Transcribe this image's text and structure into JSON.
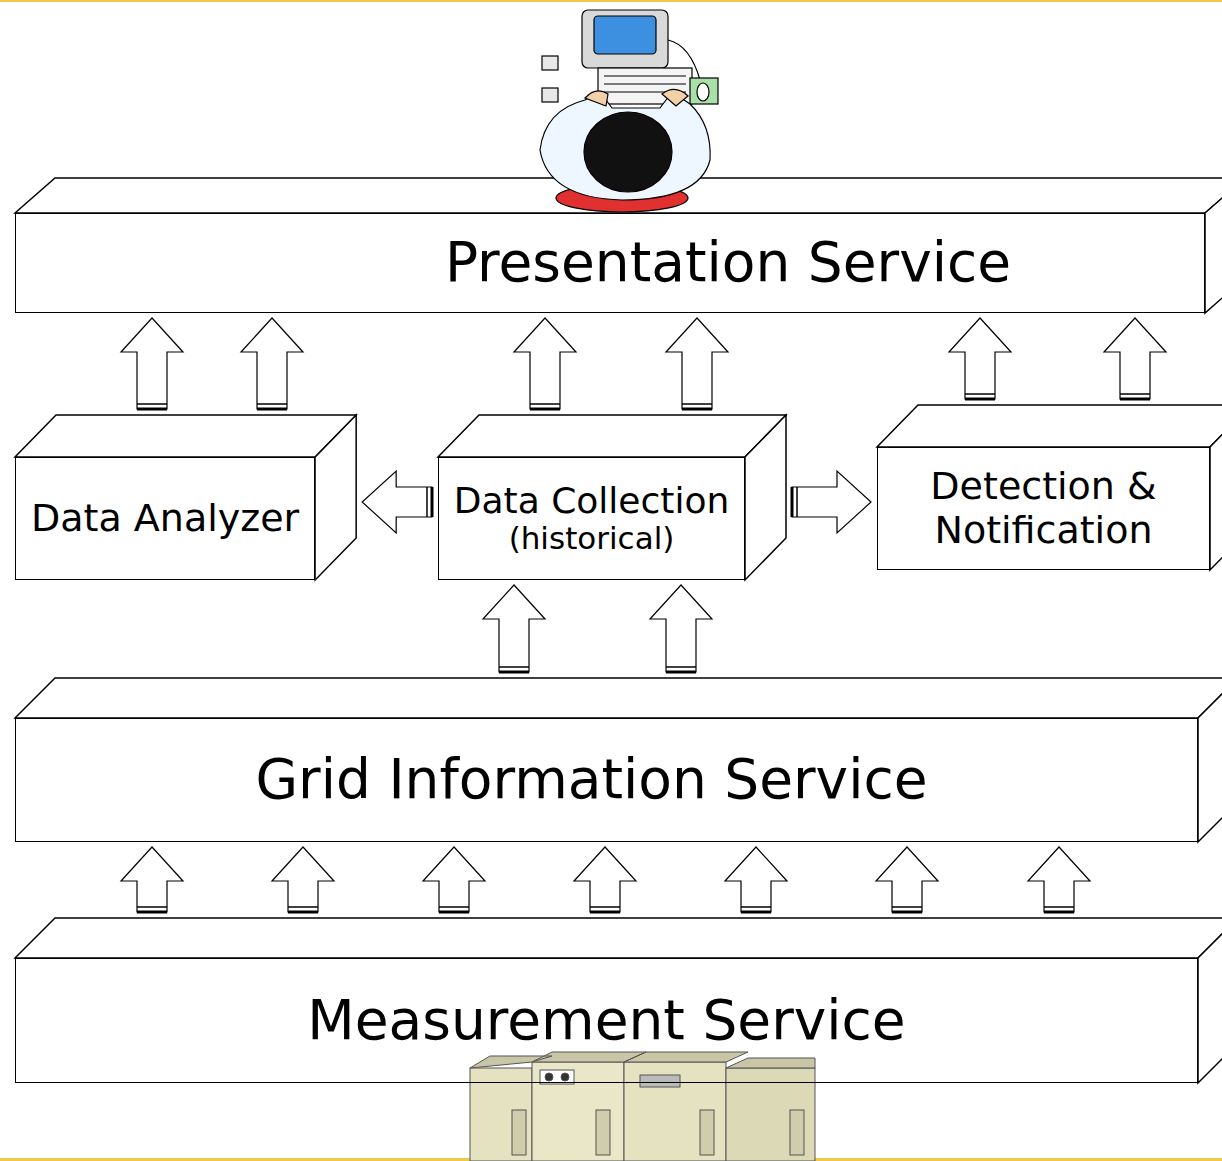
{
  "diagram": {
    "nodes": [
      {
        "text": [
          "Presentation Service"
        ]
      },
      {
        "text": [
          "Data Analyzer"
        ]
      },
      {
        "text": [
          "Data Collection",
          "(historical)"
        ]
      },
      {
        "text": [
          "Detection & Notification"
        ]
      },
      {
        "text": [
          "Grid Information Service"
        ]
      },
      {
        "text": [
          "Measurement Service"
        ]
      }
    ],
    "edges": [
      {
        "from": 5,
        "to": 4,
        "arrow": "to"
      },
      {
        "from": 5,
        "to": 4,
        "arrow": "to"
      },
      {
        "from": 5,
        "to": 4,
        "arrow": "to"
      },
      {
        "from": 5,
        "to": 4,
        "arrow": "to"
      },
      {
        "from": 5,
        "to": 4,
        "arrow": "to"
      },
      {
        "from": 5,
        "to": 4,
        "arrow": "to"
      },
      {
        "from": 5,
        "to": 4,
        "arrow": "to"
      },
      {
        "from": 4,
        "to": 2,
        "arrow": "to"
      },
      {
        "from": 4,
        "to": 2,
        "arrow": "to"
      },
      {
        "from": 2,
        "to": 1,
        "arrow": "to"
      },
      {
        "from": 2,
        "to": 3,
        "arrow": "to"
      },
      {
        "from": 1,
        "to": 0,
        "arrow": "to"
      },
      {
        "from": 1,
        "to": 0,
        "arrow": "to"
      },
      {
        "from": 2,
        "to": 0,
        "arrow": "to"
      },
      {
        "from": 2,
        "to": 0,
        "arrow": "to"
      },
      {
        "from": 3,
        "to": 0,
        "arrow": "to"
      },
      {
        "from": 3,
        "to": 0,
        "arrow": "to"
      }
    ]
  }
}
